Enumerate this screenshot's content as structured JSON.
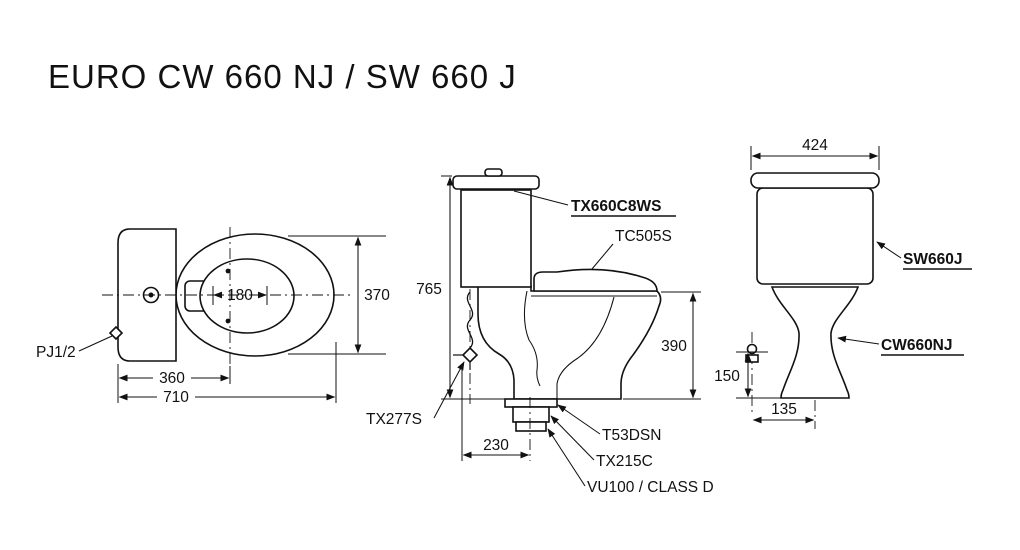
{
  "title": "EURO CW 660 NJ / SW 660 J",
  "top_view": {
    "dim_seat_hole_width": "180",
    "dim_overall_width": "370",
    "dim_rough_in": "360",
    "dim_overall_length": "710",
    "inlet_label": "PJ1/2"
  },
  "side_view": {
    "dim_overall_height": "765",
    "dim_rim_height": "390",
    "dim_outlet_offset": "230",
    "flush_valve_label": "TX660C8WS",
    "seat_label": "TC505S",
    "stop_valve_label": "TX277S",
    "flange_label": "T53DSN",
    "pipe_label": "TX215C",
    "outlet_label": "VU100 / CLASS D"
  },
  "front_view": {
    "dim_tank_width": "424",
    "dim_inlet_height": "150",
    "dim_inlet_offset": "135",
    "tank_label": "SW660J",
    "bowl_label": "CW660NJ"
  }
}
